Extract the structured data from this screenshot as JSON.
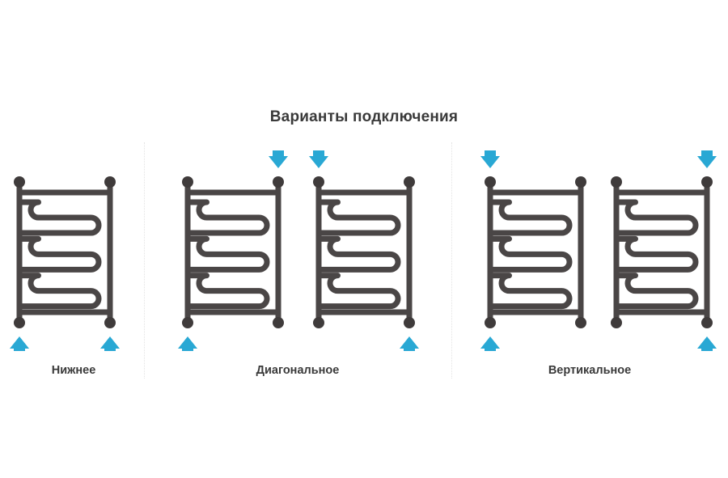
{
  "diagram": {
    "title": "Варианты подключения",
    "product": "Полотенцесушитель водяной (змеевик)",
    "colors": {
      "pipe": "#4a4646",
      "pipe_dark": "#3f3b3b",
      "arrow": "#29a8d4",
      "background": "#ffffff",
      "text": "#3a3a3a",
      "divider": "#e3e3e3"
    },
    "panels": [
      {
        "id": "bottom",
        "label": "Нижнее",
        "units": [
          {
            "id": "bottom-unit-1",
            "connections": [
              {
                "corner": "bottom-left",
                "direction": "up"
              },
              {
                "corner": "bottom-right",
                "direction": "up"
              }
            ]
          }
        ]
      },
      {
        "id": "diagonal",
        "label": "Диагональное",
        "units": [
          {
            "id": "diagonal-unit-1",
            "connections": [
              {
                "corner": "top-right",
                "direction": "down"
              },
              {
                "corner": "bottom-left",
                "direction": "up"
              }
            ]
          },
          {
            "id": "diagonal-unit-2",
            "connections": [
              {
                "corner": "top-left",
                "direction": "down"
              },
              {
                "corner": "bottom-right",
                "direction": "up"
              }
            ]
          }
        ]
      },
      {
        "id": "vertical",
        "label": "Вертикальное",
        "units": [
          {
            "id": "vertical-unit-1",
            "connections": [
              {
                "corner": "top-left",
                "direction": "down"
              },
              {
                "corner": "bottom-left",
                "direction": "up"
              }
            ]
          },
          {
            "id": "vertical-unit-2",
            "connections": [
              {
                "corner": "top-right",
                "direction": "down"
              },
              {
                "corner": "bottom-right",
                "direction": "up"
              }
            ]
          }
        ]
      }
    ],
    "unit_geometry": {
      "coil_rows": 3,
      "post_cap_shape": "ball",
      "pipe_width": 7,
      "cap_radius": 7
    }
  }
}
